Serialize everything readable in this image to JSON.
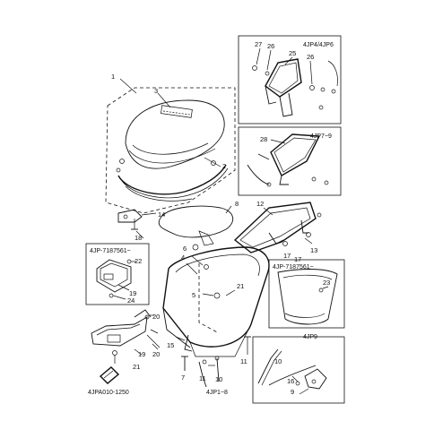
{
  "callouts": {
    "p1": "1",
    "p2": "2",
    "p3": "3",
    "p4": "4",
    "p5": "5",
    "p6": "6",
    "p7": "7",
    "p8": "8",
    "p9": "9",
    "p10": "10",
    "p11": "11",
    "p12": "12",
    "p13": "13",
    "p14": "14",
    "p15": "15",
    "p16": "16",
    "p17": "17",
    "p18": "18",
    "p19": "19",
    "p20": "20",
    "p21": "21",
    "p22": "22",
    "p23": "23",
    "p24": "24",
    "p25": "25",
    "p26": "26",
    "p27": "27",
    "p28": "28"
  },
  "inset_labels": {
    "jp4_jp6": "4JP4/4JP6",
    "jp7_9": "4JP7~9",
    "jp7187561_left": "4JP-7187561~",
    "jp7187561_right": "4JP-7187561~",
    "jp9": "4JP9",
    "jp1_8": "4JP1~8"
  },
  "footer": {
    "code": "4JPA010-1250"
  }
}
